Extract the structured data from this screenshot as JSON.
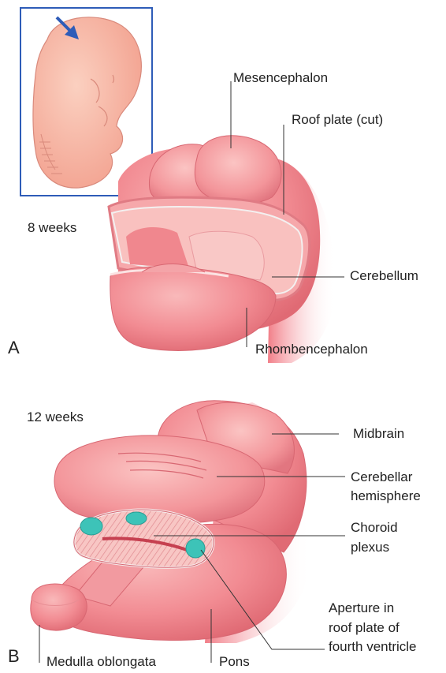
{
  "panel_a": {
    "letter": "A",
    "age": "8 weeks",
    "labels": {
      "mesencephalon": "Mesencephalon",
      "roof_plate": "Roof plate (cut)",
      "cerebellum": "Cerebellum",
      "rhombencephalon": "Rhombencephalon"
    }
  },
  "panel_b": {
    "letter": "B",
    "age": "12 weeks",
    "labels": {
      "midbrain": "Midbrain",
      "cerebellar_hemisphere": [
        "Cerebellar",
        "hemisphere"
      ],
      "choroid_plexus": [
        "Choroid",
        "plexus"
      ],
      "aperture": [
        "Aperture in",
        "roof plate of",
        "fourth ventricle"
      ],
      "medulla": "Medulla oblongata",
      "pons": "Pons"
    }
  },
  "colors": {
    "tissue": "#f07f86",
    "tissue_light": "#f7b5b6",
    "tissue_dark": "#d85a66",
    "embryo": "#f8b9a4",
    "plexus": "#3dc3b8",
    "inset_border": "#2e5cb8",
    "arrow": "#2e5cb8"
  }
}
